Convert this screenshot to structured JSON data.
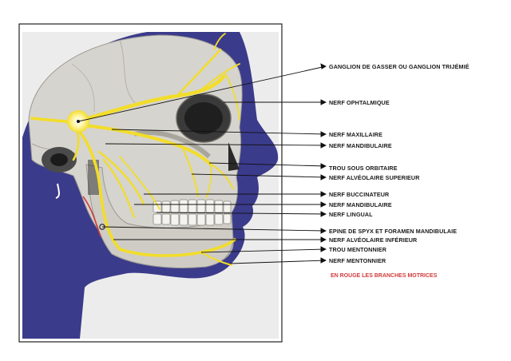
{
  "colors": {
    "background": "#3b3b8c",
    "nerve": "#f2dd2a",
    "skull": "#d6d4cf",
    "leader": "#111111",
    "note": "#d23b3b"
  },
  "labels": [
    {
      "id": "ganglion-gasser",
      "text": "GANGLION DE GASSER  OU GANGLION TRIJÉMIÉ"
    },
    {
      "id": "nerf-ophtalmique",
      "text": "NERF OPHTALMIQUE"
    },
    {
      "id": "nerf-maxillaire",
      "text": "NERF MAXILLAIRE"
    },
    {
      "id": "nerf-mandibulaire-1",
      "text": "NERF MANDIBULAIRE"
    },
    {
      "id": "trou-sous-orbitaire",
      "text": "TROU SOUS ORBITAIRE"
    },
    {
      "id": "nerf-alveolaire-superieur",
      "text": "NERF ALVÉOLAIRE SUPERIEUR"
    },
    {
      "id": "nerf-buccinateur",
      "text": "NERF BUCCINATEUR"
    },
    {
      "id": "nerf-mandibulaire-2",
      "text": "NERF MANDIBULAIRE"
    },
    {
      "id": "nerf-lingual",
      "text": "NERF LINGUAL"
    },
    {
      "id": "epine-spyx",
      "text": "EPINE DE SPYX ET FORAMEN MANDIBULAIE"
    },
    {
      "id": "nerf-alveolaire-inferieur",
      "text": "NERF ALVÉOLAIRE INFÉRIEUR"
    },
    {
      "id": "trou-mentonnier",
      "text": "TROU MENTONNIER"
    },
    {
      "id": "nerf-mentonnier",
      "text": "NERF MENTONNIER"
    }
  ],
  "note": "EN ROUGE LES BRANCHES MOTRICES"
}
